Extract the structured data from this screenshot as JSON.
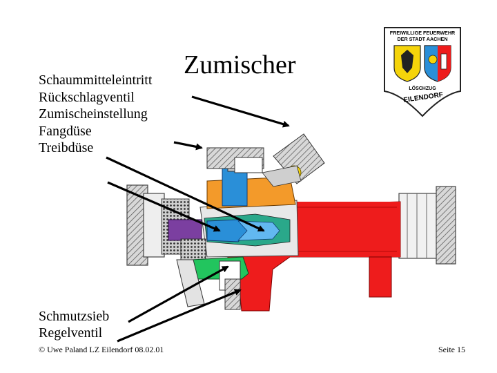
{
  "slide": {
    "title": "Zumischer",
    "labels_top": [
      "Schaummitteleintritt",
      "Rückschlagventil",
      "Zumischeinstellung",
      "Fangdüse",
      "Treibdüse"
    ],
    "labels_bottom": [
      "Schmutzsieb",
      "Regelventil"
    ],
    "footer_left": "© Uwe Paland LZ Eilendorf 08.02.01",
    "footer_right": "Seite 15"
  },
  "logo": {
    "line1": "FREIWILLIGE FEUERWEHR",
    "line2": "DER STADT AACHEN",
    "line3": "LÖSCHZUG",
    "line4": "EILENDORF"
  },
  "colors": {
    "body_red": "#ee1c1c",
    "orange": "#f39a2a",
    "blue": "#2a8fd8",
    "green": "#22c55e",
    "yellow": "#f5d40a",
    "purple": "#7b3fa0",
    "teal": "#2aa88a",
    "gray": "#9a9a9a"
  }
}
